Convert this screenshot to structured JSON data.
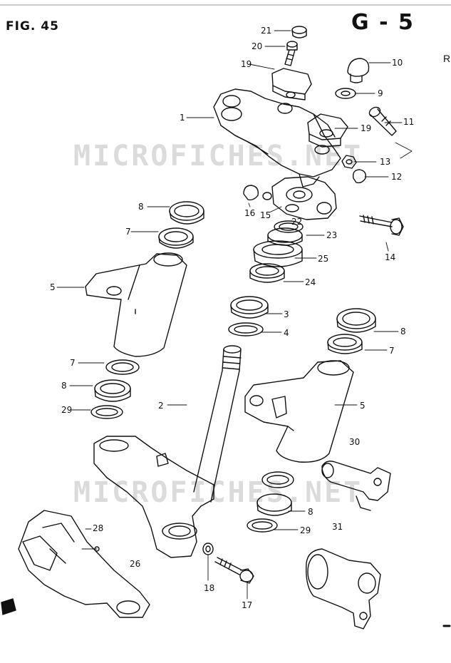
{
  "figure": {
    "label": "FIG. 45",
    "section_code": "G - 5",
    "edge_mark": "R"
  },
  "watermark": {
    "text": "MICROFICHES.NET"
  },
  "callouts": {
    "c21": "21",
    "c20": "20",
    "c19a": "19",
    "c10": "10",
    "c9": "9",
    "c1": "1",
    "c11": "11",
    "c19b": "19",
    "c13": "13",
    "c12": "12",
    "c8a": "8",
    "c16": "16",
    "c15": "15",
    "c22": "22",
    "c14": "14",
    "c7a": "7",
    "c23": "23",
    "c25": "25",
    "c5a": "5",
    "c24": "24",
    "c3": "3",
    "c4": "4",
    "c8b": "8",
    "c7b": "7",
    "c7c": "7",
    "c8c": "8",
    "c2": "2",
    "c5b": "5",
    "c29a": "29",
    "c30": "30",
    "c8d": "8",
    "c29b": "29",
    "c31": "31",
    "c28": "28",
    "c26": "26",
    "c18": "18",
    "c17": "17"
  }
}
